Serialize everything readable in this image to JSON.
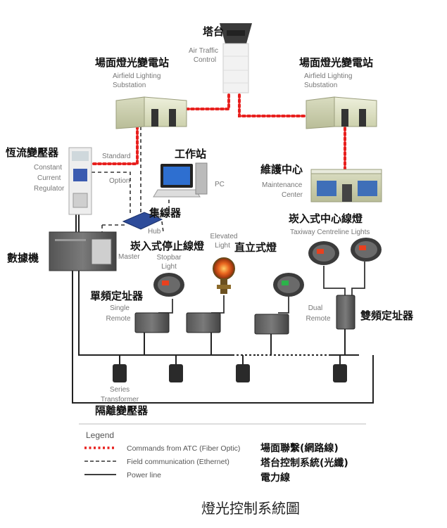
{
  "diagram": {
    "title": "燈光控制系統圖",
    "nodes": {
      "tower": {
        "zh": "塔台",
        "en1": "Air Traffic",
        "en2": "Control"
      },
      "substation_left": {
        "zh": "場面燈光變電站",
        "en1": "Airfield Lighting",
        "en2": "Substation"
      },
      "substation_right": {
        "zh": "場面燈光變電站",
        "en1": "Airfield Lighting",
        "en2": "Substation"
      },
      "ccr": {
        "zh": "恆流變壓器",
        "en1": "Constant",
        "en2": "Current",
        "en3": "Regulator"
      },
      "standard": {
        "en": "Standard"
      },
      "option": {
        "en": "Option"
      },
      "workstation": {
        "zh": "工作站",
        "en": "PC"
      },
      "maintenance": {
        "zh": "維護中心",
        "en1": "Maintenance",
        "en2": "Center"
      },
      "hub": {
        "zh": "集線器",
        "en": "Hub"
      },
      "master": {
        "zh": "數據機",
        "en": "Master"
      },
      "stopbar": {
        "zh": "崁入式停止線燈",
        "en1": "Stopbar",
        "en2": "Light"
      },
      "elevated": {
        "zh": "直立式燈",
        "en1": "Elevated",
        "en2": "Light"
      },
      "taxiway": {
        "zh": "崁入式中心線燈",
        "en": "Taxiway Centreline Lights"
      },
      "single_remote": {
        "zh": "單頻定址器",
        "en1": "Single",
        "en2": "Remote"
      },
      "dual_remote": {
        "zh": "雙頻定址器",
        "en1": "Dual",
        "en2": "Remote"
      },
      "series_transformer": {
        "zh": "隔離變壓器",
        "en1": "Series",
        "en2": "Transformer"
      }
    },
    "legend": {
      "heading": "Legend",
      "items": [
        {
          "en": "Commands from ATC (Fiber Optic)",
          "style": "red-dotted",
          "color": "#e8201e"
        },
        {
          "en": "Field communication (Ethernet)",
          "style": "dashed",
          "color": "#333333"
        },
        {
          "en": "Power line",
          "style": "solid",
          "color": "#222222"
        }
      ],
      "zh_items": [
        "場面聯繫(網路線)",
        "塔台控制系統(光纖)",
        "電力線"
      ]
    }
  }
}
